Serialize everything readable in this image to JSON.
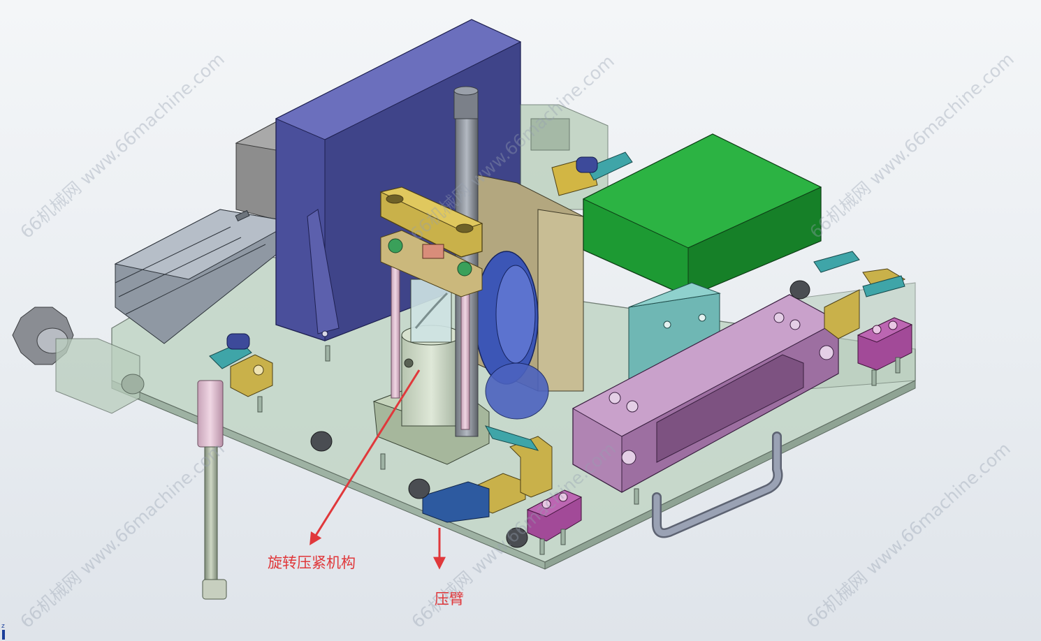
{
  "labels": {
    "rotary_clamp": "旋转压紧机构",
    "press_arm": "压臂"
  },
  "watermark": "66机械网 www.66machine.com",
  "triad_axis": "z",
  "colors": {
    "annotation": "#e0383b",
    "base_plate": "#b9cfc0",
    "blue_block": "#4b4e9e",
    "green_block": "#22a33a",
    "yellow_parts": "#c9b14a",
    "pink_block": "#b585b8",
    "magenta_block": "#a64a9a",
    "gray_blocks": "#8a8a8a",
    "handle": "#8a92a4"
  }
}
